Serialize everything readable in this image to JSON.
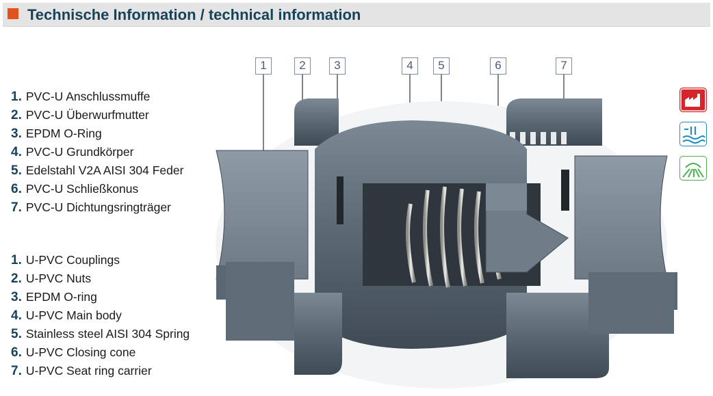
{
  "header": {
    "title": "Technische Information / technical information",
    "accent_color": "#e2521c",
    "title_color": "#17435a"
  },
  "callouts": [
    "1",
    "2",
    "3",
    "4",
    "5",
    "6",
    "7"
  ],
  "legend_de": [
    {
      "num": "1.",
      "text": "PVC-U Anschlussmuffe"
    },
    {
      "num": "2.",
      "text": "PVC-U Überwurfmutter"
    },
    {
      "num": "3.",
      "text": "EPDM O-Ring"
    },
    {
      "num": "4.",
      "text": "PVC-U Grundkörper"
    },
    {
      "num": "5.",
      "text": "Edelstahl V2A AISI 304 Feder"
    },
    {
      "num": "6.",
      "text": "PVC-U Schließkonus"
    },
    {
      "num": "7.",
      "text": "PVC-U Dichtungsringträger"
    }
  ],
  "legend_en": [
    {
      "num": "1.",
      "text": "U-PVC Couplings"
    },
    {
      "num": "2.",
      "text": "U-PVC Nuts"
    },
    {
      "num": "3.",
      "text": "EPDM O-ring"
    },
    {
      "num": "4.",
      "text": "U-PVC Main body"
    },
    {
      "num": "5.",
      "text": "Stainless steel AISI 304 Spring"
    },
    {
      "num": "6.",
      "text": "U-PVC Closing cone"
    },
    {
      "num": "7.",
      "text": "U-PVC Seat ring carrier"
    }
  ],
  "application_icons": [
    {
      "icon": "industry-icon",
      "color": "#d4262b"
    },
    {
      "icon": "water-treatment-icon",
      "color": "#1e8fc0"
    },
    {
      "icon": "irrigation-icon",
      "color": "#4caf50"
    }
  ],
  "colors": {
    "pvc_body": "#5a6873",
    "pvc_light": "#7b8994",
    "pvc_dark": "#3f4a54",
    "bore": "#8795a0",
    "steel": "#d0d0cc"
  }
}
